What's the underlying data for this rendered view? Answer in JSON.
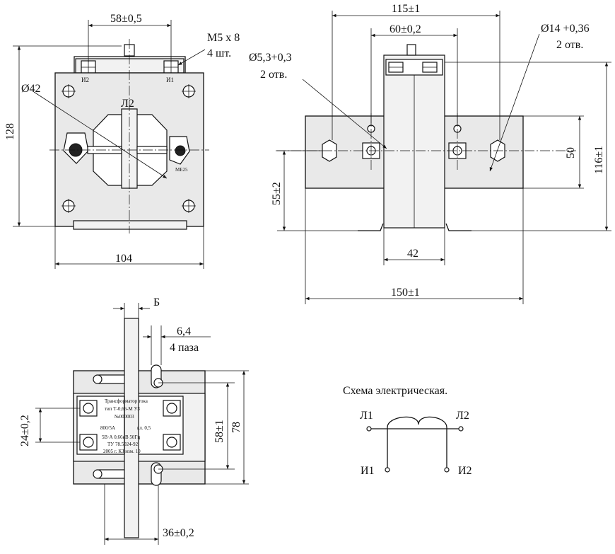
{
  "front_view": {
    "dim_top": "58±0,5",
    "screw_spec_line1": "M5 x 8",
    "screw_spec_line2": "4 шт.",
    "diameter": "Ø42",
    "label_l2": "Л2",
    "terminal_left": "И2",
    "terminal_right": "И1",
    "height": "128",
    "width": "104",
    "seal_label": "МЕ25"
  },
  "side_view": {
    "dim_total_top": "115±1",
    "dim_holes_spacing": "60±0,2",
    "hole_large_line1": "Ø14 +0,36",
    "hole_large_line2": "2 отв.",
    "hole_small_line1": "Ø5,3+0,3",
    "hole_small_line2": "2 отв.",
    "dim_50": "50",
    "dim_116": "116±1",
    "dim_55": "55±2",
    "dim_42": "42",
    "dim_150": "150±1"
  },
  "top_view": {
    "dim_b": "Б",
    "slot_line1": "6,4",
    "slot_line2": "4 паза",
    "dim_24": "24±0,2",
    "dim_58": "58±1",
    "dim_78": "78",
    "dim_36": "36±0,2",
    "plate_lines": [
      "Трансформатор тока",
      "тип Т-0,66-М УЗ",
      "№000003",
      "800/5А",
      "кл. 0,5",
      "5В·А  0,66кВ  50Гц",
      "ТУ 78.5024-92",
      "2005 г. КЗ изм. 10"
    ]
  },
  "schematic": {
    "title": "Схема электрическая.",
    "l1": "Л1",
    "l2": "Л2",
    "i1": "И1",
    "i2": "И2"
  }
}
